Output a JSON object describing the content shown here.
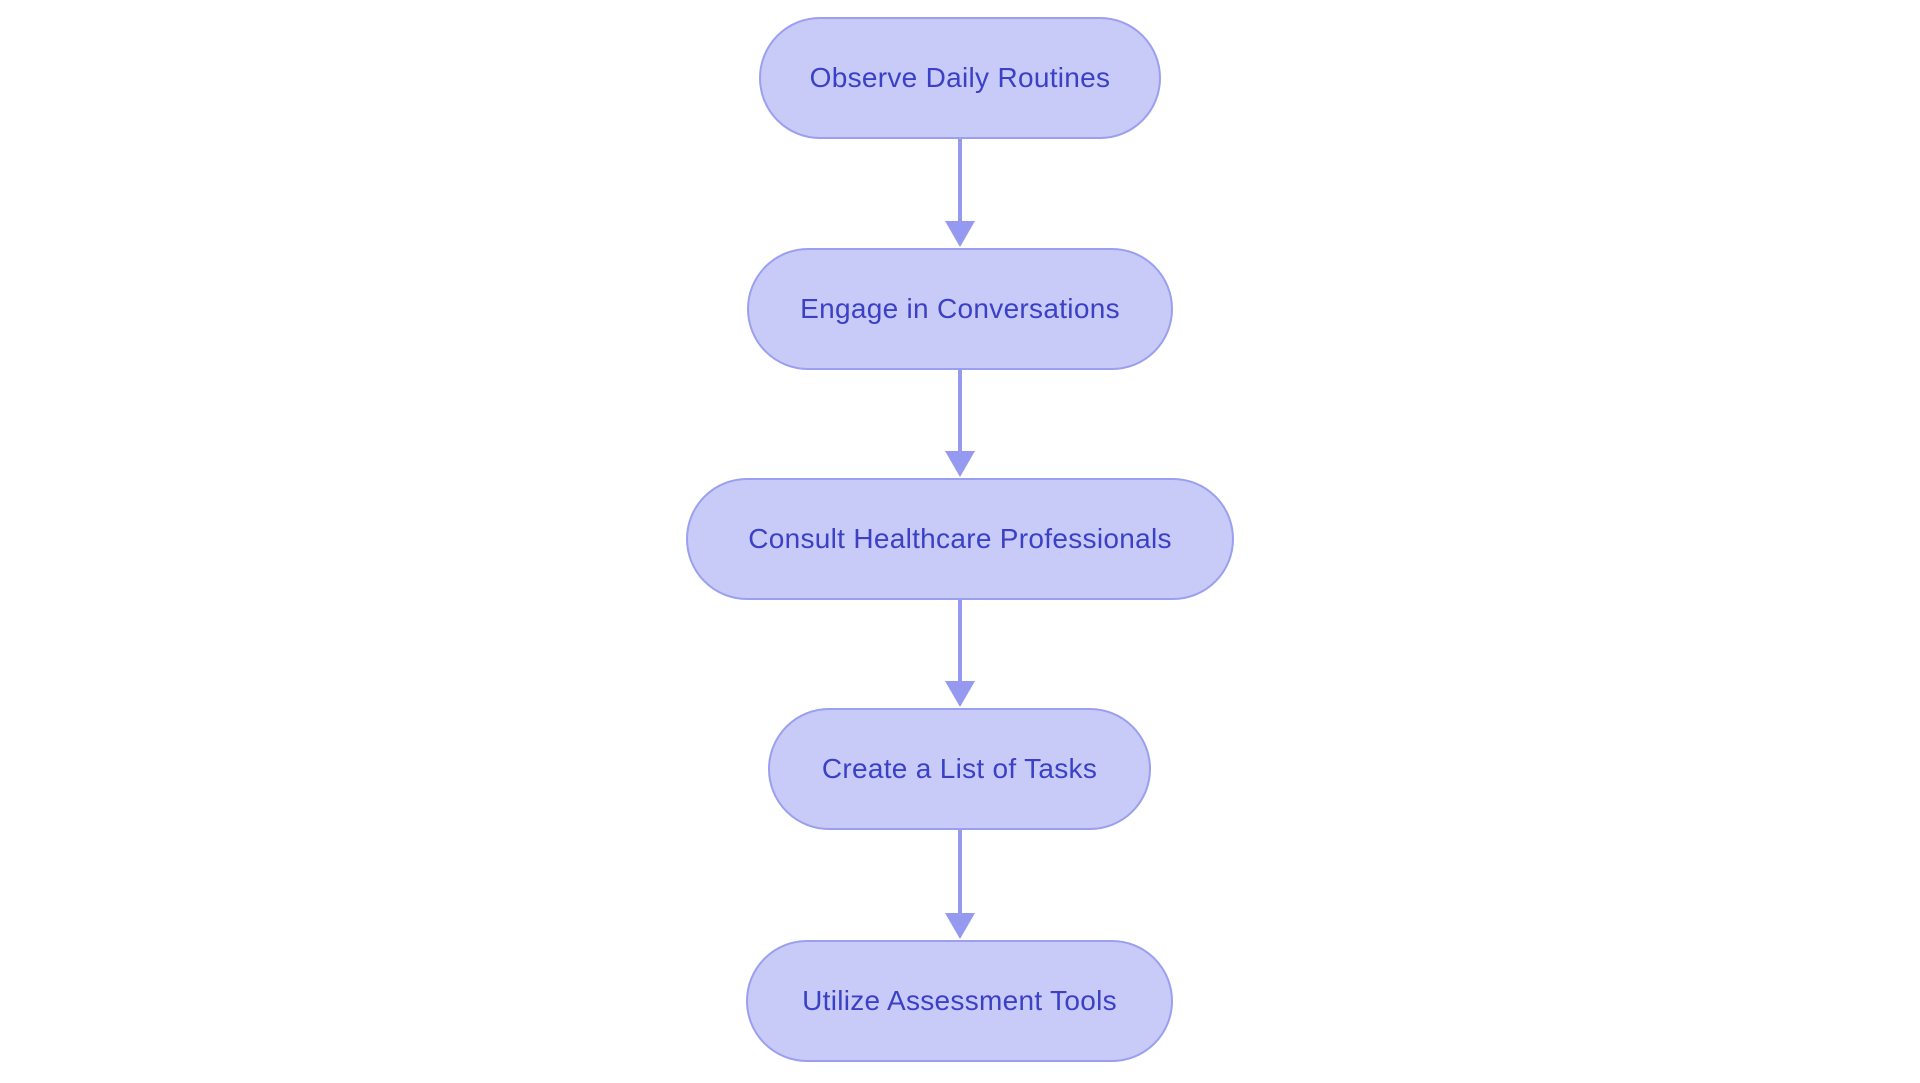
{
  "diagram": {
    "type": "flowchart",
    "direction": "top-down",
    "colors": {
      "node_fill": "#c8caf7",
      "node_border": "#9aa0ef",
      "text_color": "#3b41c6",
      "arrow_color": "#959af0",
      "bg": "#ffffff"
    },
    "nodes": [
      {
        "label": "Observe Daily Routines"
      },
      {
        "label": "Engage in Conversations"
      },
      {
        "label": "Consult Healthcare Professionals"
      },
      {
        "label": "Create a List of Tasks"
      },
      {
        "label": "Utilize Assessment Tools"
      }
    ],
    "edges": [
      {
        "from": "Observe Daily Routines",
        "to": "Engage in Conversations"
      },
      {
        "from": "Engage in Conversations",
        "to": "Consult Healthcare Professionals"
      },
      {
        "from": "Consult Healthcare Professionals",
        "to": "Create a List of Tasks"
      },
      {
        "from": "Create a List of Tasks",
        "to": "Utilize Assessment Tools"
      }
    ]
  }
}
